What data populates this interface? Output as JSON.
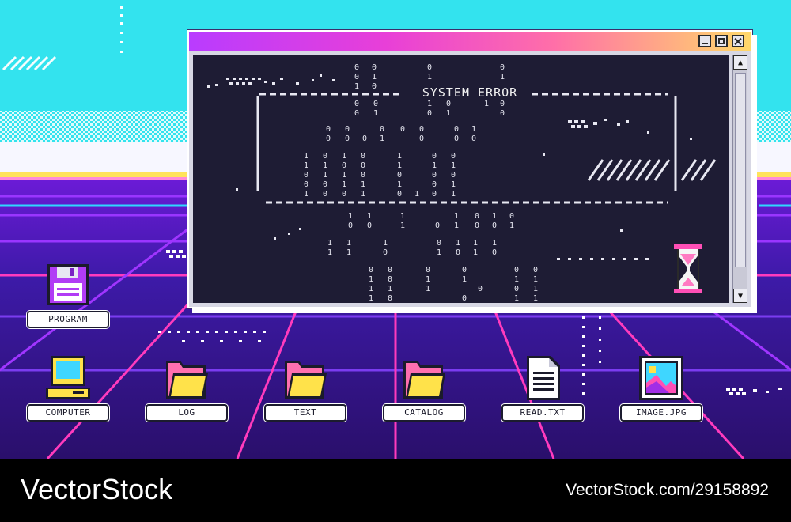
{
  "error_window": {
    "title_text": "SYSTEM ERROR"
  },
  "desktop": {
    "icons": [
      {
        "label": "PROGRAM",
        "icon": "floppy-disk-icon"
      },
      {
        "label": "COMPUTER",
        "icon": "computer-icon"
      },
      {
        "label": "LOG",
        "icon": "folder-icon"
      },
      {
        "label": "TEXT",
        "icon": "folder-icon"
      },
      {
        "label": "CATALOG",
        "icon": "folder-icon"
      },
      {
        "label": "READ.TXT",
        "icon": "text-document-icon"
      },
      {
        "label": "IMAGE.JPG",
        "icon": "image-file-icon"
      }
    ]
  },
  "watermark": {
    "brand": "VectorStock",
    "url": "VectorStock.com/29158892"
  },
  "colors": {
    "sky": "#33e3ee",
    "grid_purple": "#8b16e6",
    "grid_pink": "#ff3bbd",
    "grid_cyan": "#2fd7ff",
    "terminal_bg": "#1e1c34"
  }
}
